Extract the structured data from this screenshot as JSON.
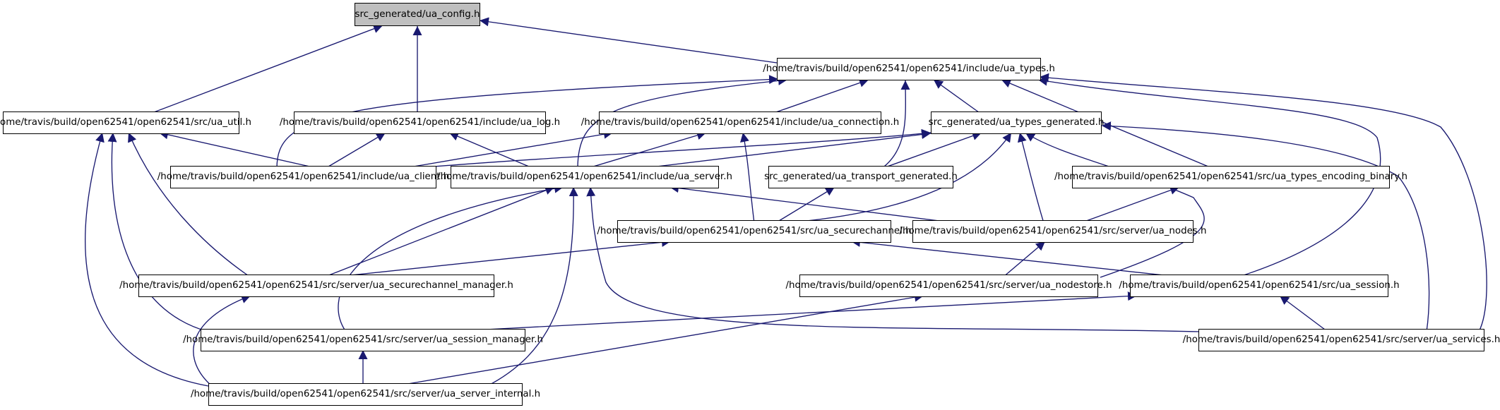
{
  "colors": {
    "edge": "#191970",
    "node_border": "#000000",
    "node_fill": "#ffffff",
    "root_fill": "#bfbfbf",
    "background": "#ffffff"
  },
  "nodes": {
    "ua_config": "src_generated/ua_config.h",
    "ua_types": "/home/travis/build/open62541/open62541/include/ua_types.h",
    "ua_util": "/home/travis/build/open62541/open62541/src/ua_util.h",
    "ua_log": "/home/travis/build/open62541/open62541/include/ua_log.h",
    "ua_connection": "/home/travis/build/open62541/open62541/include/ua_connection.h",
    "ua_types_generated": "src_generated/ua_types_generated.h",
    "ua_client": "/home/travis/build/open62541/open62541/include/ua_client.h",
    "ua_server": "/home/travis/build/open62541/open62541/include/ua_server.h",
    "ua_transport_generated": "src_generated/ua_transport_generated.h",
    "ua_types_encoding_binary": "/home/travis/build/open62541/open62541/src/ua_types_encoding_binary.h",
    "ua_securechannel": "/home/travis/build/open62541/open62541/src/ua_securechannel.h",
    "ua_nodes": "/home/travis/build/open62541/open62541/src/server/ua_nodes.h",
    "ua_securechannel_manager": "/home/travis/build/open62541/open62541/src/server/ua_securechannel_manager.h",
    "ua_nodestore": "/home/travis/build/open62541/open62541/src/server/ua_nodestore.h",
    "ua_session": "/home/travis/build/open62541/open62541/src/ua_session.h",
    "ua_session_manager": "/home/travis/build/open62541/open62541/src/server/ua_session_manager.h",
    "ua_services": "/home/travis/build/open62541/open62541/src/server/ua_services.h",
    "ua_server_internal": "/home/travis/build/open62541/open62541/src/server/ua_server_internal.h"
  },
  "edges": [
    [
      "ua_types",
      "ua_config"
    ],
    [
      "ua_util",
      "ua_config"
    ],
    [
      "ua_log",
      "ua_config"
    ],
    [
      "ua_client",
      "ua_types"
    ],
    [
      "ua_server",
      "ua_types"
    ],
    [
      "ua_connection",
      "ua_types"
    ],
    [
      "ua_types_generated",
      "ua_types"
    ],
    [
      "ua_transport_generated",
      "ua_types"
    ],
    [
      "ua_types_encoding_binary",
      "ua_types"
    ],
    [
      "ua_session",
      "ua_types"
    ],
    [
      "ua_services",
      "ua_types"
    ],
    [
      "ua_client",
      "ua_util"
    ],
    [
      "ua_securechannel_manager",
      "ua_util"
    ],
    [
      "ua_session_manager",
      "ua_util"
    ],
    [
      "ua_server_internal",
      "ua_util"
    ],
    [
      "ua_client",
      "ua_log"
    ],
    [
      "ua_server",
      "ua_log"
    ],
    [
      "ua_client",
      "ua_connection"
    ],
    [
      "ua_server",
      "ua_connection"
    ],
    [
      "ua_securechannel",
      "ua_connection"
    ],
    [
      "ua_client",
      "ua_types_generated"
    ],
    [
      "ua_server",
      "ua_types_generated"
    ],
    [
      "ua_transport_generated",
      "ua_types_generated"
    ],
    [
      "ua_securechannel",
      "ua_types_generated"
    ],
    [
      "ua_nodes",
      "ua_types_generated"
    ],
    [
      "ua_nodestore",
      "ua_types_generated"
    ],
    [
      "ua_services",
      "ua_types_generated"
    ],
    [
      "ua_securechannel",
      "ua_transport_generated"
    ],
    [
      "ua_nodes",
      "ua_types_encoding_binary"
    ],
    [
      "ua_nodes",
      "ua_server"
    ],
    [
      "ua_securechannel_manager",
      "ua_server"
    ],
    [
      "ua_session_manager",
      "ua_server"
    ],
    [
      "ua_server_internal",
      "ua_server"
    ],
    [
      "ua_services",
      "ua_server"
    ],
    [
      "ua_securechannel_manager",
      "ua_securechannel"
    ],
    [
      "ua_session",
      "ua_securechannel"
    ],
    [
      "ua_nodestore",
      "ua_nodes"
    ],
    [
      "ua_server_internal",
      "ua_nodestore"
    ],
    [
      "ua_session_manager",
      "ua_session"
    ],
    [
      "ua_services",
      "ua_session"
    ],
    [
      "ua_server_internal",
      "ua_securechannel_manager"
    ],
    [
      "ua_server_internal",
      "ua_session_manager"
    ]
  ]
}
